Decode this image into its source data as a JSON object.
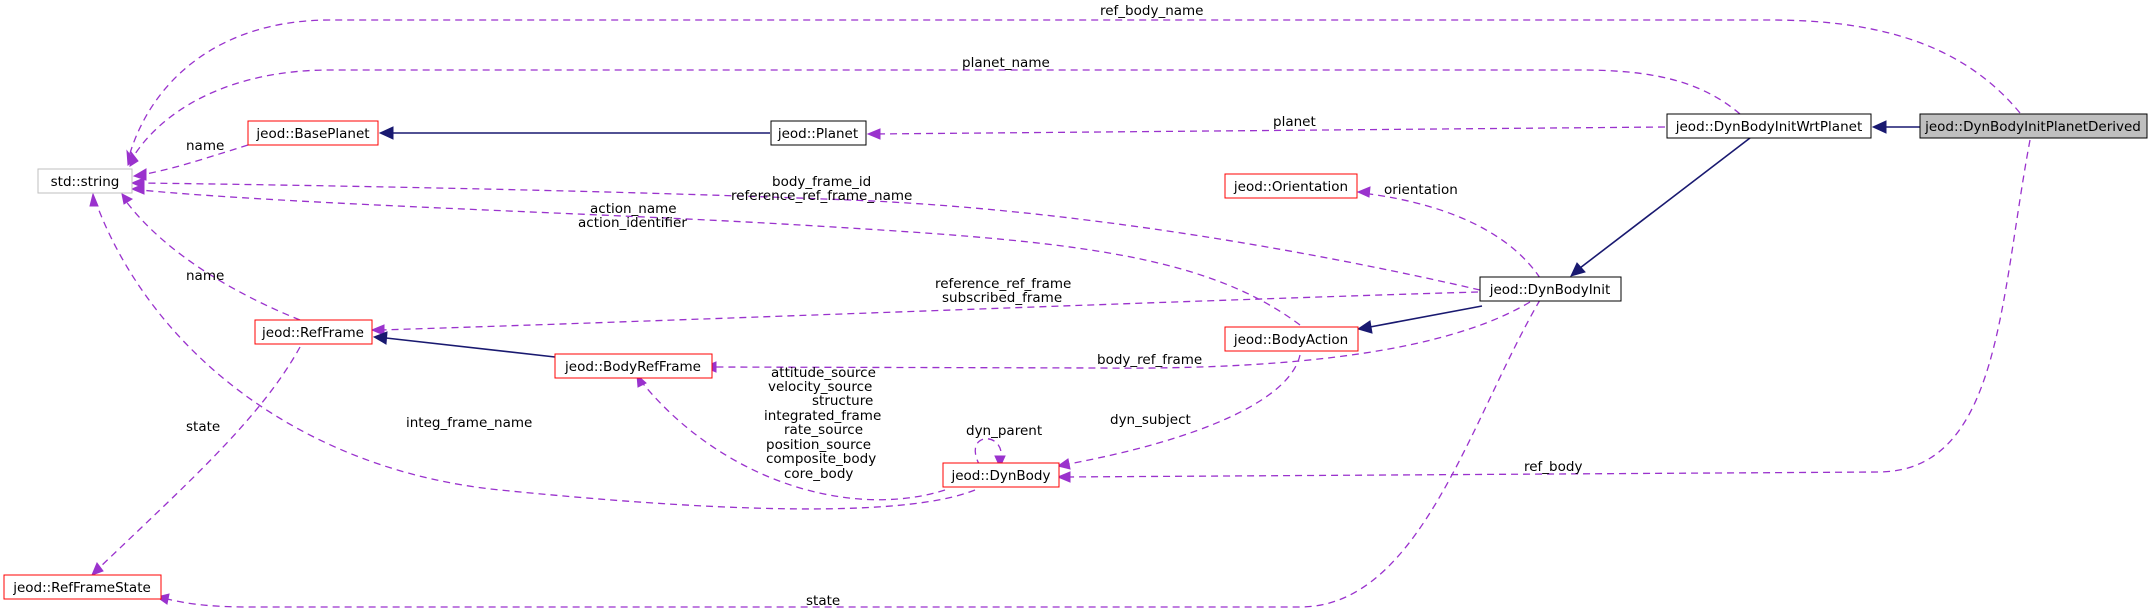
{
  "colors": {
    "usage_edge": "#9a32cd",
    "inherit_edge": "#191970",
    "node_red_border": "#ff0000",
    "node_black_border": "#000000",
    "node_gray_border": "#bfbfbf",
    "node_highlight_fill": "#bfbfbf"
  },
  "nodes": {
    "derived": "jeod::DynBodyInitPlanetDerived",
    "wrt_planet": "jeod::DynBodyInitWrtPlanet",
    "planet": "jeod::Planet",
    "base_planet": "jeod::BasePlanet",
    "string": "std::string",
    "orientation": "jeod::Orientation",
    "dyn_body_init": "jeod::DynBodyInit",
    "body_action": "jeod::BodyAction",
    "ref_frame": "jeod::RefFrame",
    "body_ref_frame": "jeod::BodyRefFrame",
    "dyn_body": "jeod::DynBody",
    "ref_frame_state": "jeod::RefFrameState"
  },
  "edge_labels": {
    "ref_body_name": "ref_body_name",
    "planet_name": "planet_name",
    "planet": "planet",
    "name_base_planet": "name",
    "body_frame_id": "body_frame_id",
    "reference_ref_frame_name": "reference_ref_frame_name",
    "action_name": "action_name",
    "action_identifier": "action_identifier",
    "orientation": "orientation",
    "name_ref_frame": "name",
    "reference_ref_frame": "reference_ref_frame",
    "subscribed_frame": "subscribed_frame",
    "body_ref_frame": "body_ref_frame",
    "attitude_source": "attitude_source",
    "velocity_source": "velocity_source",
    "structure": "structure",
    "integrated_frame": "integrated_frame",
    "rate_source": "rate_source",
    "position_source": "position_source",
    "composite_body": "composite_body",
    "core_body": "core_body",
    "dyn_parent": "dyn_parent",
    "dyn_subject": "dyn_subject",
    "integ_frame_name": "integ_frame_name",
    "state_ref_frame": "state",
    "ref_body": "ref_body",
    "state_init": "state"
  }
}
